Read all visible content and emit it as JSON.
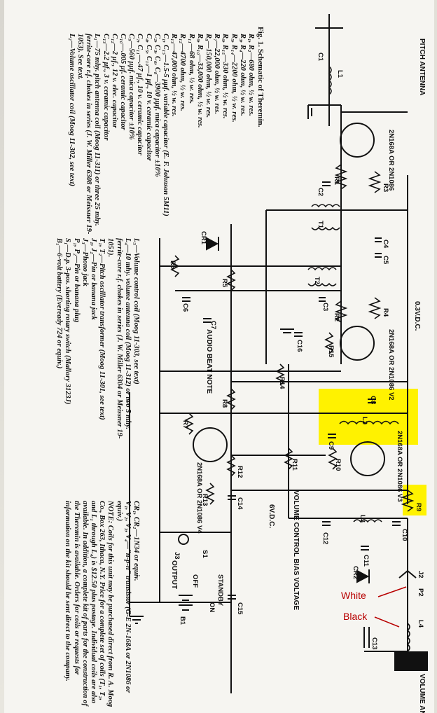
{
  "figure_title": "Fig. 1. Schematic of Theremin.",
  "parts_list_left": [
    "R₁, R₂—680 ohm, ½ w. res.",
    "R₃, R₄—220 ohm, ½ w. res.",
    "R₅, R₁₄—2200 ohm, ½ w. res.",
    "R₆, R₁₅—330 ohm, ½ w. res.",
    "R₇—22,000 ohm, ½ w. res.",
    "R₈—150,000 ohm, ½ w. res.",
    "R₉, R₁₀—33,000 ohm, ½ w. res.",
    "R₁₁—68 ohm, ½ w. res.",
    "R₁₂—4700 ohm, ½ w. res.",
    "R₁₃—47,000 ohm, ½ w. res.",
    "C₁, C₁₅—1.5-5 μμf. variable capacitor (E. F. Johnson 5M11)",
    "C₂, C₃, C₆, C₈—3900 μμf. mica capacitor ±10%",
    "C₄, C₅, C₁₀—1 μf., 10 v. ceramic capacitor",
    "C₇, C₁₁—.47 μf., 10 v. ceramic capacitor",
    "C₉—560 μμf. mica capacitor ±10%",
    "C₁₀—.005 μf. ceramic capacitor",
    "C₁₂—2 μf., 12 v. elec. capacitor",
    "C₁₃—2.2 μf., 3 v. ceramic capacitor",
    "L₁—75 mhy. pitch antenna coil (Moog 11-311) or three 25 mhy. ferrite-core r.f. chokes in series (J. W. Miller 6308 or Meissner 19-1053). See text.",
    "L₂—Volume oscillator coil (Moog 11-302, see text)"
  ],
  "parts_list_middle": [
    "L₃—Volume control coil (Moog 11-303, see text)",
    "L₄—10 mhy. volume antenna coil (Moog 11-312) or two 5 mhy. ferrite-core r.f. chokes in series (J. W. Miller 6304 or Meissner 19-1051).",
    "T₁, T₂—Pitch oscillator transformer (Moog 11-301, see text)",
    "J₁, J₂—Pin or banana jack",
    "J₃—Phono jack",
    "P₁, P₂—Pin or banana plug",
    "S₁—D.p. 3-pos. shorting rotary switch (Mallory 3123J)",
    "B₁—6-volt battery (Eveready 724 or equiv.)"
  ],
  "parts_list_right": [
    "CR₁, CR₂—1N34 or equiv.",
    "V₁, V₂, V₃, V₄—\"n-p-n\" transistor (G-E 2N-168A or 2N1086 or equiv.)",
    "NOTE: Coils for this unit may be purchased direct from R. A. Moog Co., Box 263, Ithaca, N.Y. Price for a complete set of coils (T₁, T₂, and L₁ through L₄) is $12.50 plus postage. Individual coils are also available. In addition, a complete kit of parts for the construction of the Theremin is available. Orders for coils or requests for information on the kit should be sent direct to the company."
  ],
  "schematic_labels": {
    "pitch_antenna": "PITCH ANTENNA",
    "volume_antenna": "VOLUME ANTENNA",
    "supply_top": "0.3V.D.C.",
    "supply_6v": "6V.D.C.",
    "audio_beat_note": "AUDIO BEAT NOTE",
    "volume_control_bias": "VOLUME CONTROL BIAS VOLTAGE",
    "output": "OUTPUT",
    "standby": "STANDBY",
    "on": "ON",
    "off": "OFF",
    "transistor_v1": "2N168A OR 2N1086",
    "transistor_v2": "2N168A OR 2N1086 V2",
    "transistor_v3": "2N168A OR 2N1086 V3",
    "transistor_v4": "2N168A OR 2N1086 V4",
    "components": [
      "C1",
      "L1",
      "R1",
      "R3",
      "C2",
      "T1",
      "C4",
      "C5",
      "CR1",
      "R6",
      "R5",
      "T2",
      "C3",
      "C6",
      "R4",
      "R2",
      "C16",
      "R15",
      "C7",
      "R14",
      "R8",
      "C8",
      "L2",
      "C9",
      "R7",
      "R10",
      "R11",
      "R12",
      "R13",
      "C14",
      "R9",
      "L3",
      "C10",
      "C12",
      "C11",
      "CR2",
      "J3",
      "S1",
      "B1",
      "C15",
      "J2",
      "P2",
      "L4",
      "C13"
    ]
  },
  "annotations": {
    "white": "White",
    "black": "Black"
  },
  "highlight_color": "#fff200",
  "annotation_color": "#b80000"
}
